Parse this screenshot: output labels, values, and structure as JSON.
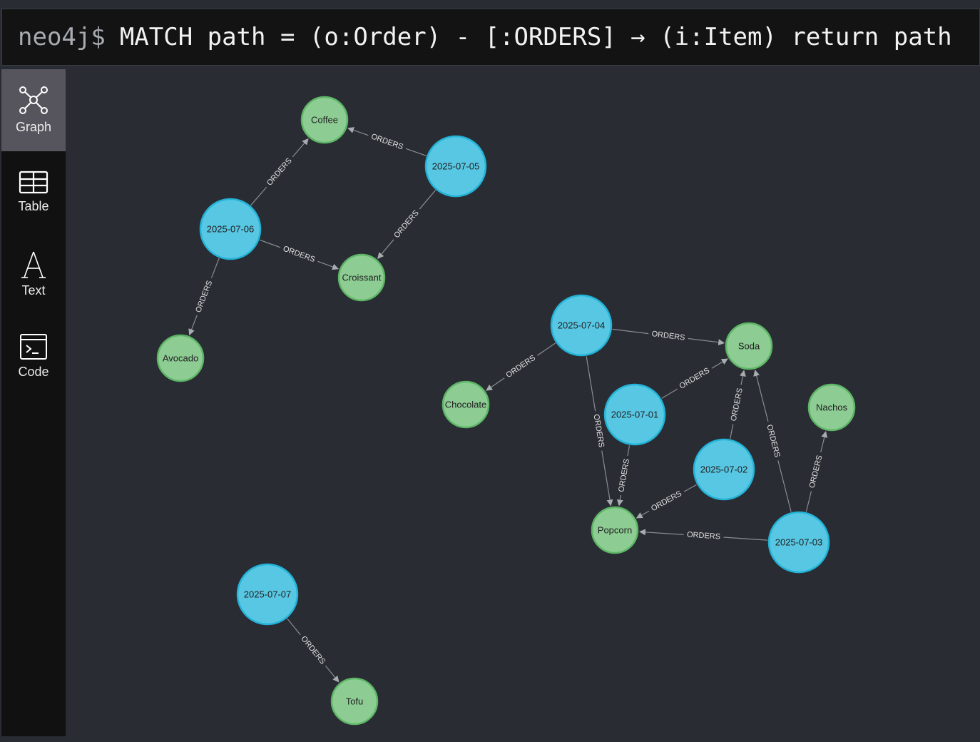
{
  "query_bar": {
    "prompt": "neo4j$",
    "query": "MATCH path = (o:Order) - [:ORDERS] → (i:Item) return path"
  },
  "sidebar": {
    "items": [
      {
        "label": "Graph",
        "icon": "graph-icon",
        "active": true
      },
      {
        "label": "Table",
        "icon": "table-icon",
        "active": false
      },
      {
        "label": "Text",
        "icon": "text-icon",
        "active": false
      },
      {
        "label": "Code",
        "icon": "code-icon",
        "active": false
      }
    ]
  },
  "colors": {
    "order_fill": "#57c7e3",
    "order_stroke": "#23b3d7",
    "item_fill": "#8dcc93",
    "item_stroke": "#5db665",
    "edge": "#8a8d93"
  },
  "graph": {
    "nodes": [
      {
        "id": "o0706",
        "label": "2025-07-06",
        "type": "Order"
      },
      {
        "id": "o0705",
        "label": "2025-07-05",
        "type": "Order"
      },
      {
        "id": "o0704",
        "label": "2025-07-04",
        "type": "Order"
      },
      {
        "id": "o0701",
        "label": "2025-07-01",
        "type": "Order"
      },
      {
        "id": "o0702",
        "label": "2025-07-02",
        "type": "Order"
      },
      {
        "id": "o0703",
        "label": "2025-07-03",
        "type": "Order"
      },
      {
        "id": "o0707",
        "label": "2025-07-07",
        "type": "Order"
      },
      {
        "id": "coffee",
        "label": "Coffee",
        "type": "Item"
      },
      {
        "id": "croissant",
        "label": "Croissant",
        "type": "Item"
      },
      {
        "id": "avocado",
        "label": "Avocado",
        "type": "Item"
      },
      {
        "id": "chocolate",
        "label": "Chocolate",
        "type": "Item"
      },
      {
        "id": "soda",
        "label": "Soda",
        "type": "Item"
      },
      {
        "id": "nachos",
        "label": "Nachos",
        "type": "Item"
      },
      {
        "id": "popcorn",
        "label": "Popcorn",
        "type": "Item"
      },
      {
        "id": "tofu",
        "label": "Tofu",
        "type": "Item"
      }
    ],
    "edges": [
      {
        "from": "o0706",
        "to": "coffee",
        "label": "ORDERS"
      },
      {
        "from": "o0705",
        "to": "coffee",
        "label": "ORDERS"
      },
      {
        "from": "o0705",
        "to": "croissant",
        "label": "ORDERS"
      },
      {
        "from": "o0706",
        "to": "croissant",
        "label": "ORDERS"
      },
      {
        "from": "o0706",
        "to": "avocado",
        "label": "ORDERS"
      },
      {
        "from": "o0704",
        "to": "soda",
        "label": "ORDERS"
      },
      {
        "from": "o0704",
        "to": "chocolate",
        "label": "ORDERS"
      },
      {
        "from": "o0704",
        "to": "popcorn",
        "label": "ORDERS"
      },
      {
        "from": "o0701",
        "to": "soda",
        "label": "ORDERS"
      },
      {
        "from": "o0701",
        "to": "popcorn",
        "label": "ORDERS"
      },
      {
        "from": "o0702",
        "to": "soda",
        "label": "ORDERS"
      },
      {
        "from": "o0702",
        "to": "popcorn",
        "label": "ORDERS"
      },
      {
        "from": "o0703",
        "to": "soda",
        "label": "ORDERS"
      },
      {
        "from": "o0703",
        "to": "nachos",
        "label": "ORDERS"
      },
      {
        "from": "o0703",
        "to": "popcorn",
        "label": "ORDERS"
      },
      {
        "from": "o0707",
        "to": "tofu",
        "label": "ORDERS"
      }
    ]
  }
}
